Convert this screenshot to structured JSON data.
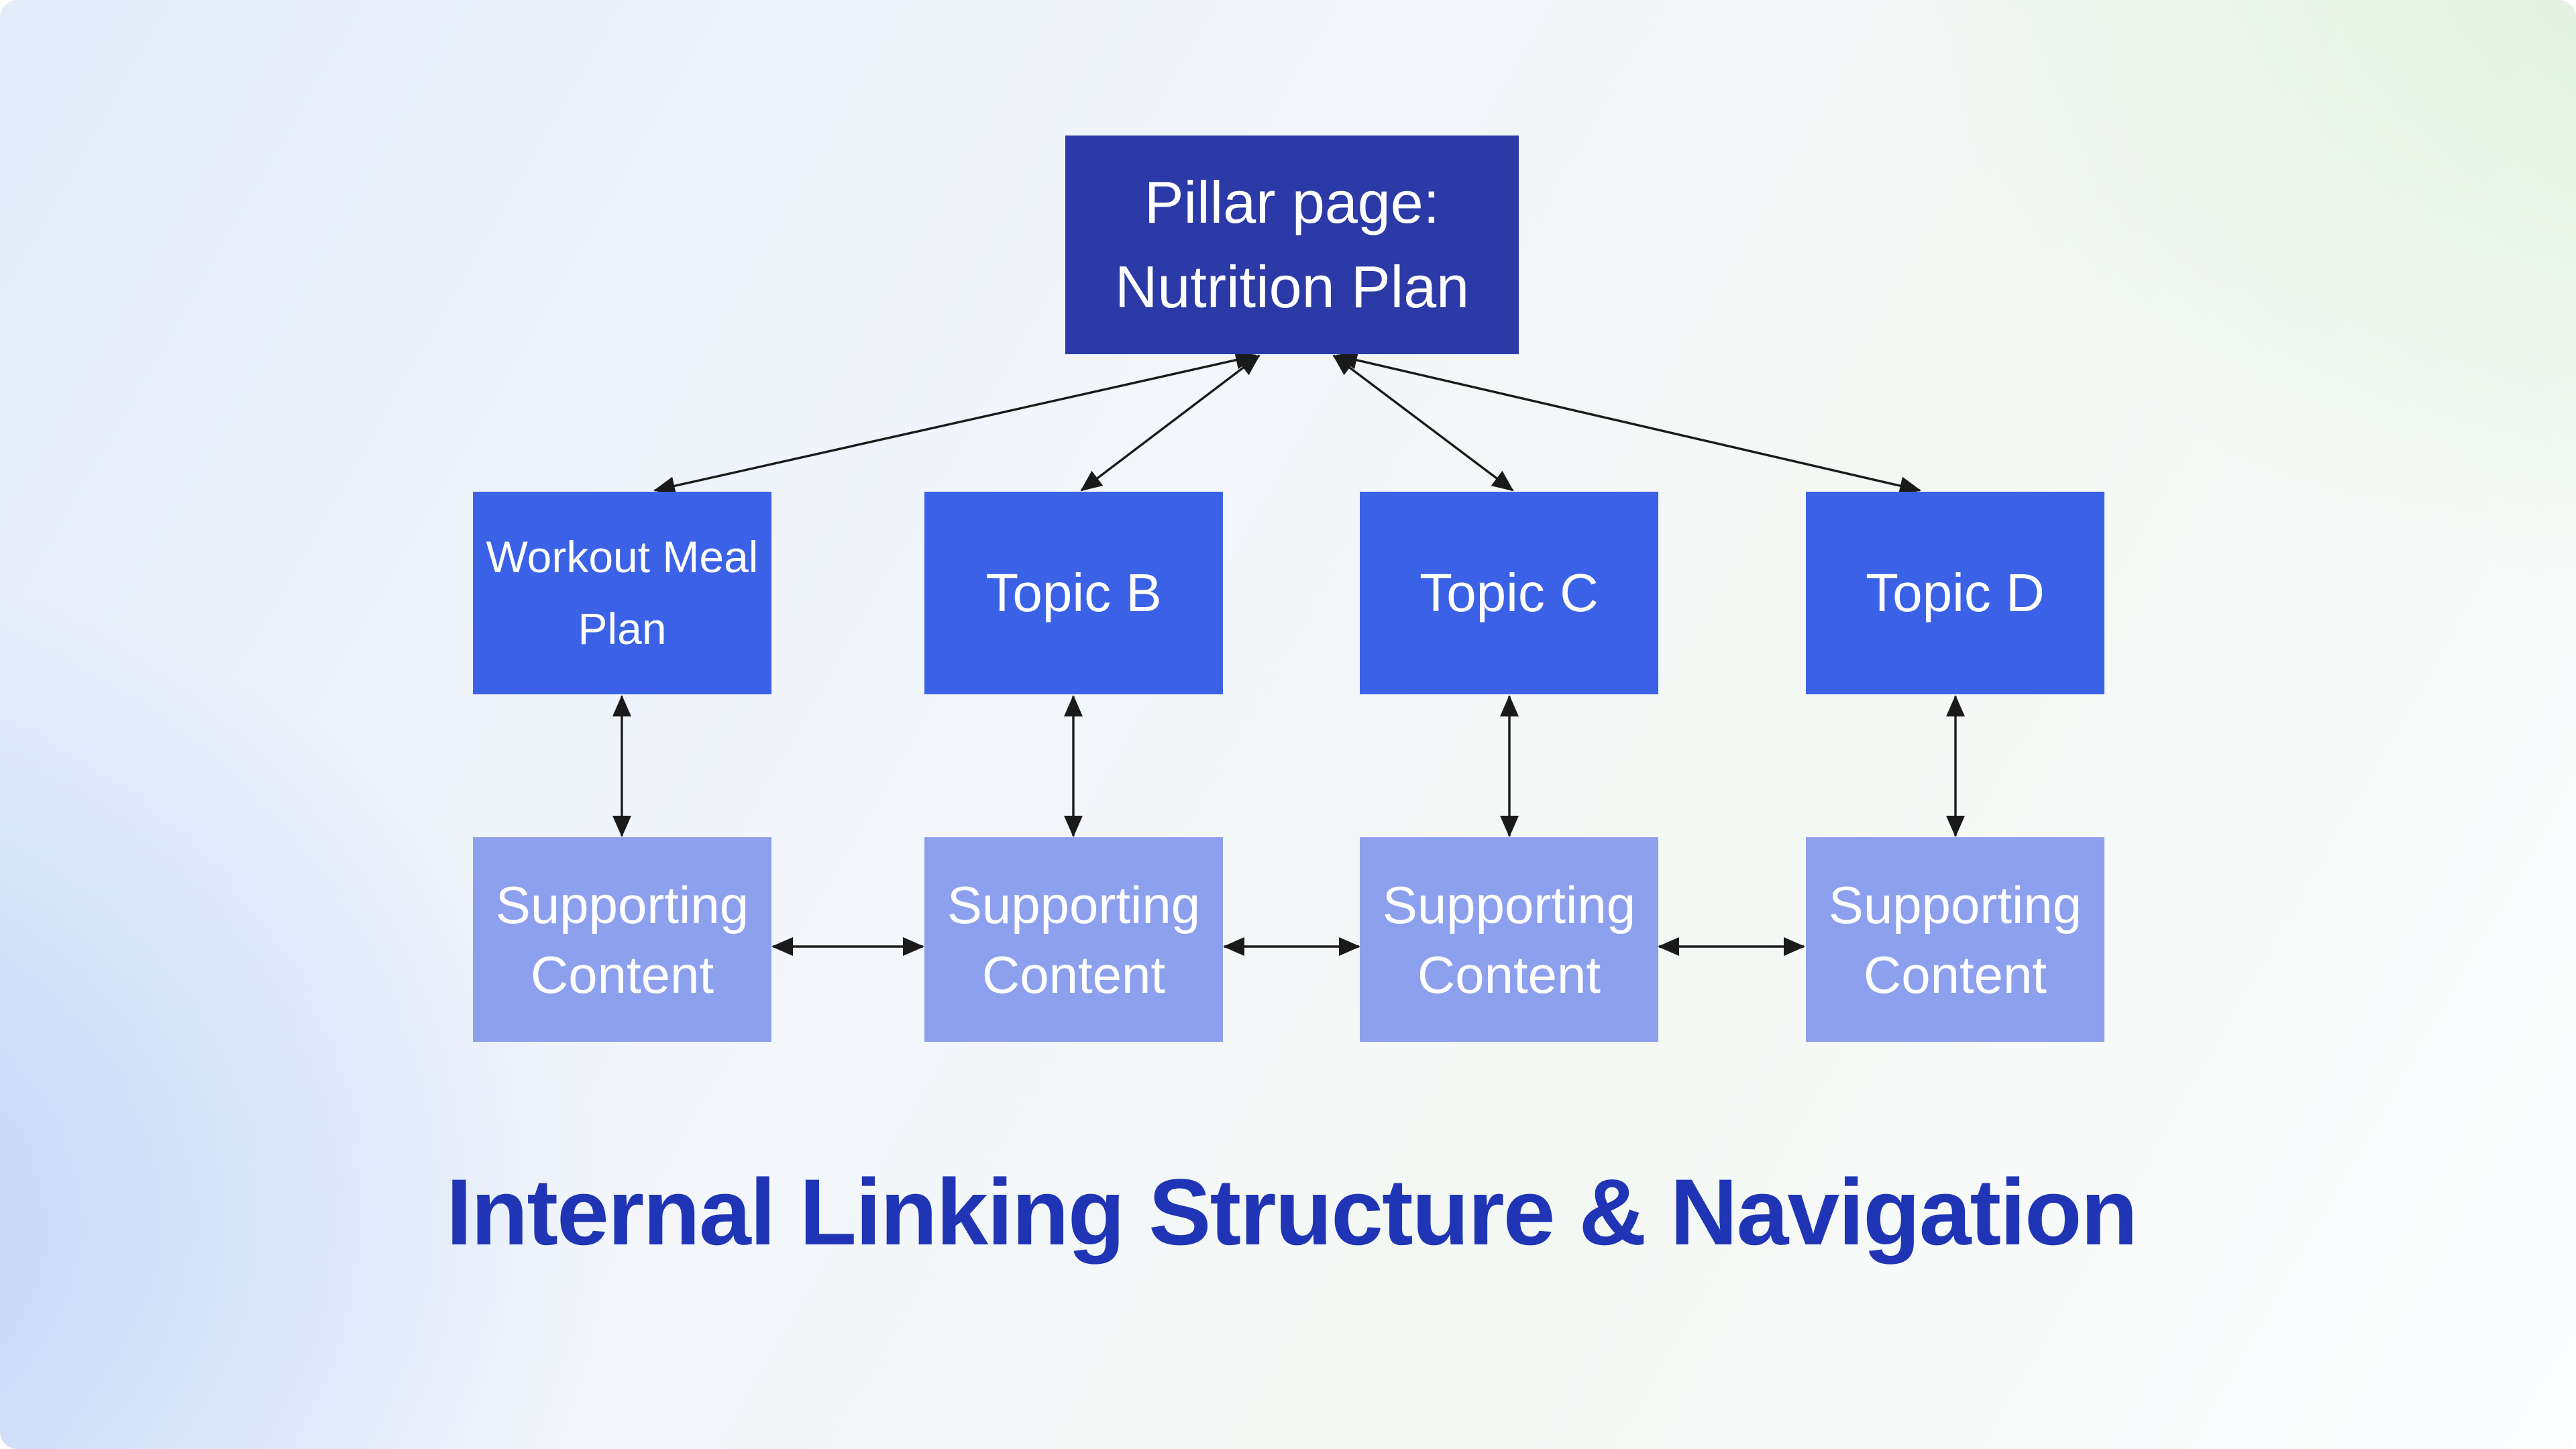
{
  "diagram": {
    "pillar": {
      "lines": [
        "Pillar page:",
        "Nutrition Plan"
      ]
    },
    "topics": [
      {
        "lines": [
          "Workout Meal",
          "Plan"
        ]
      },
      {
        "lines": [
          "Topic B"
        ]
      },
      {
        "lines": [
          "Topic C"
        ]
      },
      {
        "lines": [
          "Topic D"
        ]
      }
    ],
    "supporting": [
      {
        "lines": [
          "Supporting",
          "Content"
        ]
      },
      {
        "lines": [
          "Supporting",
          "Content"
        ]
      },
      {
        "lines": [
          "Supporting",
          "Content"
        ]
      },
      {
        "lines": [
          "Supporting",
          "Content"
        ]
      }
    ],
    "title": "Internal Linking Structure & Navigation"
  },
  "colors": {
    "pillar_bg": "#2b3aa6",
    "topic_bg": "#3b62e6",
    "supporting_bg": "#8da0ed",
    "node_text": "#ffffff",
    "title_text": "#1f35b5",
    "arrow_color": "#1a1a1a"
  }
}
